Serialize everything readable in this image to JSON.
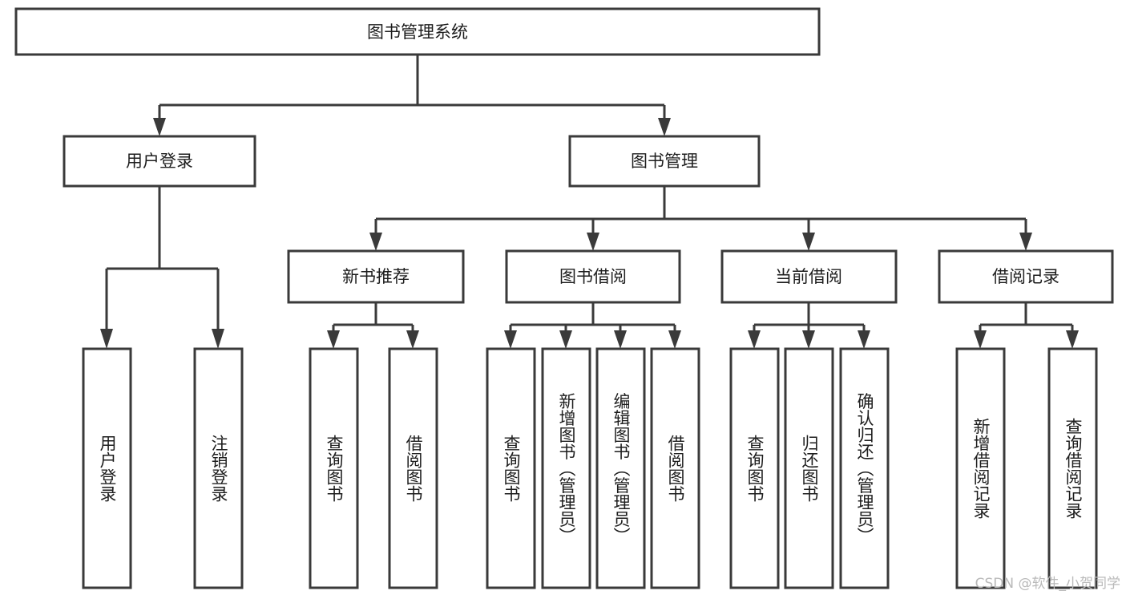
{
  "diagram": {
    "type": "tree-hierarchy-chart",
    "title_node": {
      "id": "root",
      "label": "图书管理系统"
    },
    "level2": [
      {
        "id": "user-login",
        "label": "用户登录"
      },
      {
        "id": "book-management",
        "label": "图书管理"
      }
    ],
    "level3": [
      {
        "id": "new-book-recommend",
        "label": "新书推荐",
        "parent": "book-management"
      },
      {
        "id": "book-borrow",
        "label": "图书借阅",
        "parent": "book-management"
      },
      {
        "id": "current-borrow",
        "label": "当前借阅",
        "parent": "book-management"
      },
      {
        "id": "borrow-record",
        "label": "借阅记录",
        "parent": "book-management"
      }
    ],
    "leaves": {
      "user-login": [
        {
          "id": "leaf-user-login",
          "label": "用户登录"
        },
        {
          "id": "leaf-logout-login",
          "label": "注销登录"
        }
      ],
      "new-book-recommend": [
        {
          "id": "leaf-query-book-1",
          "label": "查询图书"
        },
        {
          "id": "leaf-borrow-book-1",
          "label": "借阅图书"
        }
      ],
      "book-borrow": [
        {
          "id": "leaf-query-book-2",
          "label": "查询图书"
        },
        {
          "id": "leaf-add-book",
          "label": "新增图书（管理员）"
        },
        {
          "id": "leaf-edit-book",
          "label": "编辑图书（管理员）"
        },
        {
          "id": "leaf-borrow-book-2",
          "label": "借阅图书"
        }
      ],
      "current-borrow": [
        {
          "id": "leaf-query-book-3",
          "label": "查询图书"
        },
        {
          "id": "leaf-return-book",
          "label": "归还图书"
        },
        {
          "id": "leaf-confirm-return",
          "label": "确认归还（管理员）"
        }
      ],
      "borrow-record": [
        {
          "id": "leaf-add-record",
          "label": "新增借阅记录"
        },
        {
          "id": "leaf-query-record",
          "label": "查询借阅记录"
        }
      ]
    },
    "colors": {
      "stroke": "#3a3a3a",
      "box_fill": "#ffffff",
      "text": "#1d1d1d",
      "background": "#ffffff",
      "watermark": "#b9b9b9"
    }
  },
  "watermark": {
    "text": "CSDN @软件_小贺同学"
  }
}
